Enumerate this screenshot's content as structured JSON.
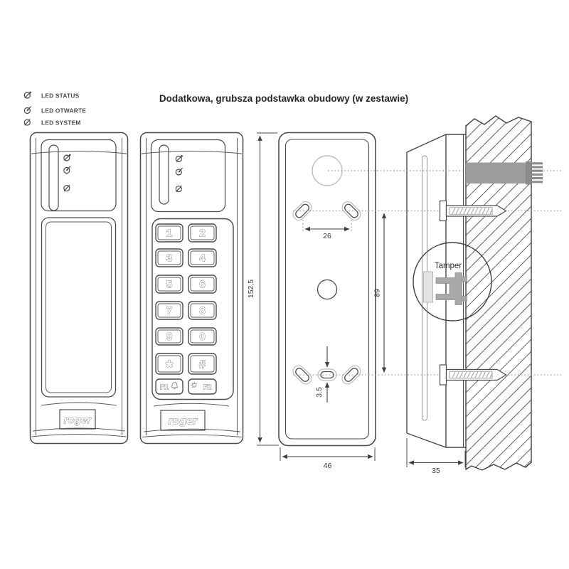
{
  "page": {
    "title": "Dodatkowa, grubsza podstawka obudowy (w zestawie)"
  },
  "legend": {
    "items": [
      {
        "icon": "led-status-icon",
        "label": "LED STATUS"
      },
      {
        "icon": "led-open-icon",
        "label": "LED OTWARTE"
      },
      {
        "icon": "led-system-icon",
        "label": "LED SYSTEM"
      }
    ]
  },
  "brand": {
    "logo": "roger"
  },
  "keypad": {
    "keys": [
      "1",
      "2",
      "3",
      "4",
      "5",
      "6",
      "7",
      "8",
      "9",
      "0",
      "*",
      "#"
    ],
    "f1": "F1",
    "f2": "F2"
  },
  "dimensions": {
    "plate_height": "152,5",
    "top_holes_spacing": "26",
    "holes_vertical_spacing": "89",
    "slot_height": "3.5",
    "plate_width": "46",
    "housing_depth": "35"
  },
  "detail": {
    "tamper_label": "Tamper"
  },
  "icons": {
    "led_status_icon": "circle-slash-arrow-out",
    "led_open_icon": "circle-arrow-in",
    "led_system_icon": "circle-slash",
    "bell_icon": "bell",
    "light_icon": "brightness-bulb",
    "screw_icon": "wall-plug-screw",
    "cable_icon": "ribbon-cable-with-pins"
  },
  "colors": {
    "line": "#4a4a4a",
    "light_gray": "#bdbdbd",
    "cable": "#9c9c9c",
    "pins": "#8b8b8b",
    "bracket": "#a9a9a9",
    "dotted": "#9a9a9a"
  }
}
